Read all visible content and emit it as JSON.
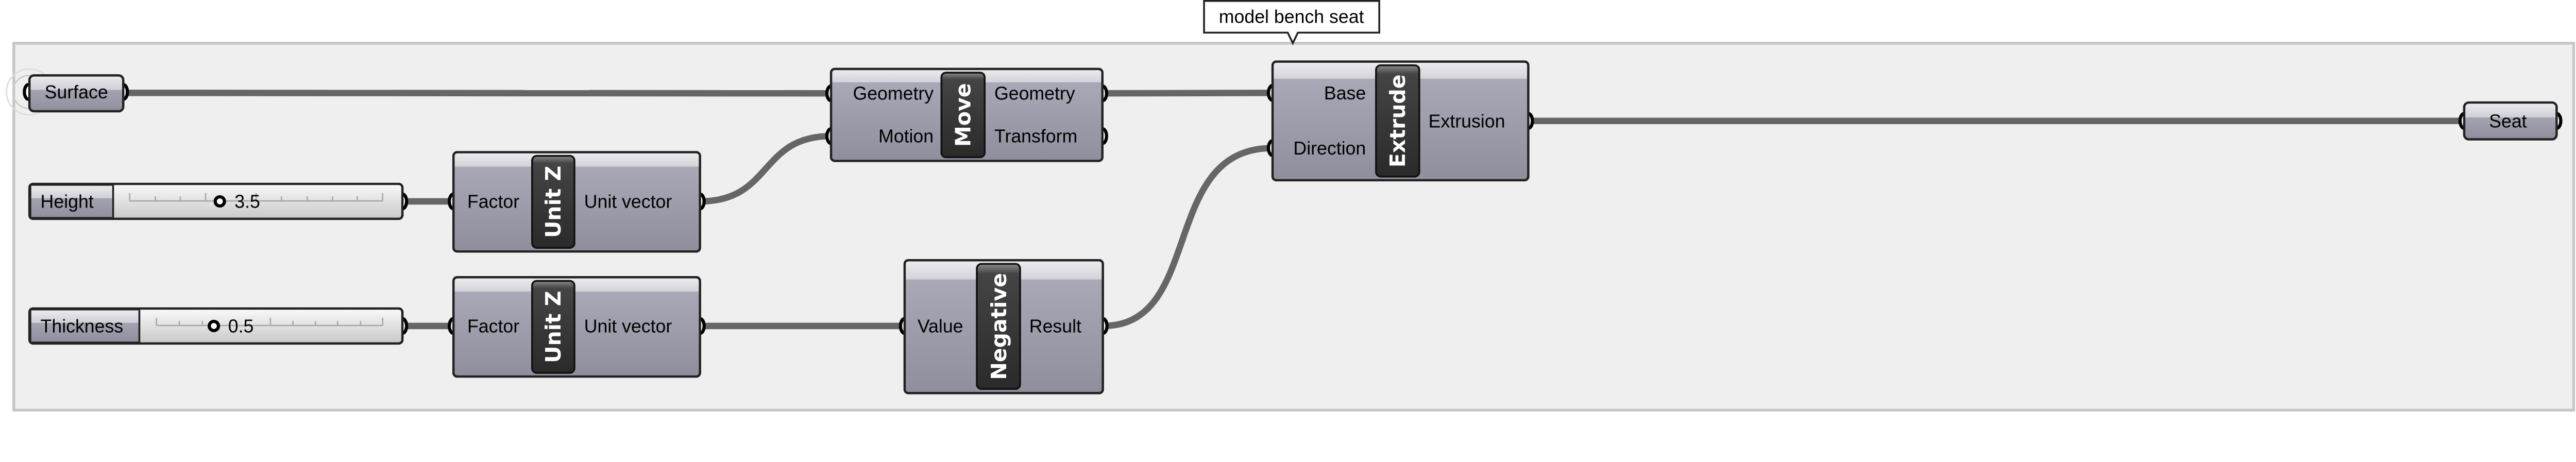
{
  "group": {
    "tooltip": "model bench seat"
  },
  "params": {
    "surface": {
      "label": "Surface"
    },
    "seat": {
      "label": "Seat"
    }
  },
  "sliders": {
    "height": {
      "label": "Height",
      "value": "3.5"
    },
    "thickness": {
      "label": "Thickness",
      "value": "0.5"
    }
  },
  "components": {
    "unitz1": {
      "nickname": "Unit Z",
      "inputs": [
        "Factor"
      ],
      "outputs": [
        "Unit vector"
      ]
    },
    "unitz2": {
      "nickname": "Unit Z",
      "inputs": [
        "Factor"
      ],
      "outputs": [
        "Unit vector"
      ]
    },
    "move": {
      "nickname": "Move",
      "inputs": [
        "Geometry",
        "Motion"
      ],
      "outputs": [
        "Geometry",
        "Transform"
      ]
    },
    "negative": {
      "nickname": "Negative",
      "inputs": [
        "Value"
      ],
      "outputs": [
        "Result"
      ]
    },
    "extrude": {
      "nickname": "Extrude",
      "inputs": [
        "Base",
        "Direction"
      ],
      "outputs": [
        "Extrusion"
      ]
    }
  },
  "colors": {
    "canvas": "#efefef",
    "wire": "#666666",
    "component": "#a3a3b1",
    "capsule": "#333333"
  }
}
